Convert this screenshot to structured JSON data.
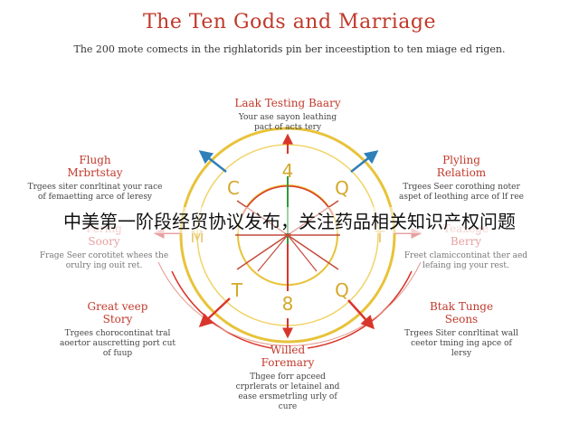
{
  "header": {
    "title": "The Ten Gods and Marriage",
    "subtitle": "The 200 mote comects in the righlatorids pin ber inceestiption to ten miage ed rigen."
  },
  "wheel": {
    "letters": {
      "top": "4",
      "bottom": "8",
      "upper_left": "C",
      "upper_right": "Q",
      "lower_left": "T",
      "lower_right": "Q",
      "left": "M",
      "right": "T"
    },
    "colors": {
      "ring": "#e8c33a",
      "red": "#d9362b",
      "blue": "#2f7fb9",
      "green": "#2e9a3a",
      "spoke": "#c44b3a"
    }
  },
  "labels": {
    "top": {
      "name": "Laak Testing Baary",
      "desc": "Your ase sayon leathing pact of acts tery"
    },
    "upper_left": {
      "name": "Flugh Mrbrtstay",
      "desc": "Trgees siter conrltinat your race of femaetting arce of leresy"
    },
    "upper_right": {
      "name": "Plyling Relatiom",
      "desc": "Trgees Seer corothing noter aspet of leothing arce of lf ree"
    },
    "left": {
      "name": "Fering Soory",
      "desc": "Frage Seer corotitet whees the orulry ing ouit ret."
    },
    "right": {
      "name": "Teaxege Berry",
      "desc": "Freet clamiccontinat ther aed lefaing ing your rest."
    },
    "lower_left": {
      "name": "Great veep Story",
      "desc": "Trgees chorocontinat tral aoertor auscretting port cut of fuup"
    },
    "lower_right": {
      "name": "Btak Tunge Seons",
      "desc": "Trgees Siter conrltinat wall ceetor tming ing apce of lersy"
    },
    "bottom": {
      "name": "Willed Foremary",
      "desc": "Thgee forr apceed crprlerats or letainel and ease ersmetrling urly of cure"
    }
  },
  "banner": "中美第一阶段经贸协议发布，关注药品相关知识产权问题"
}
